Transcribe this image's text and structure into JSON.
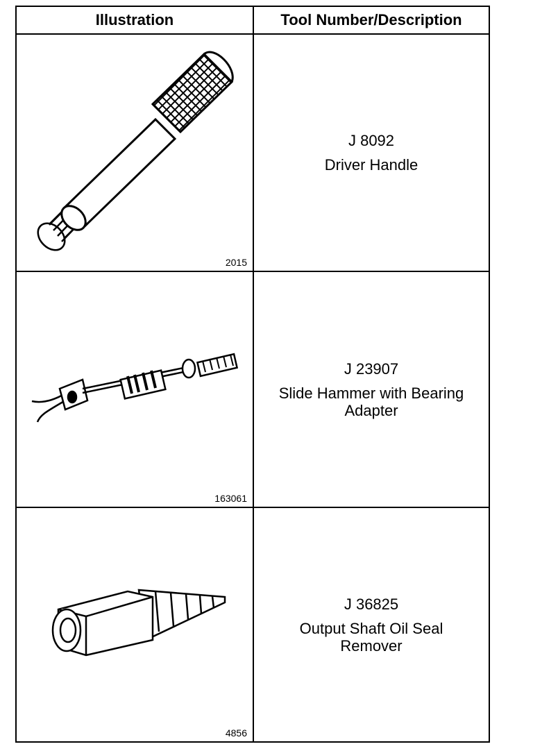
{
  "header": {
    "illustration": "Illustration",
    "tool_description": "Tool Number/Description"
  },
  "tools": [
    {
      "figure_number": "2015",
      "tool_number": "J 8092",
      "description": "Driver Handle",
      "icon": "driver-handle-icon"
    },
    {
      "figure_number": "163061",
      "tool_number": "J 23907",
      "description": "Slide Hammer with Bearing Adapter",
      "icon": "slide-hammer-icon"
    },
    {
      "figure_number": "4856",
      "tool_number": "J 36825",
      "description": "Output Shaft Oil Seal Remover",
      "icon": "seal-remover-icon"
    }
  ]
}
